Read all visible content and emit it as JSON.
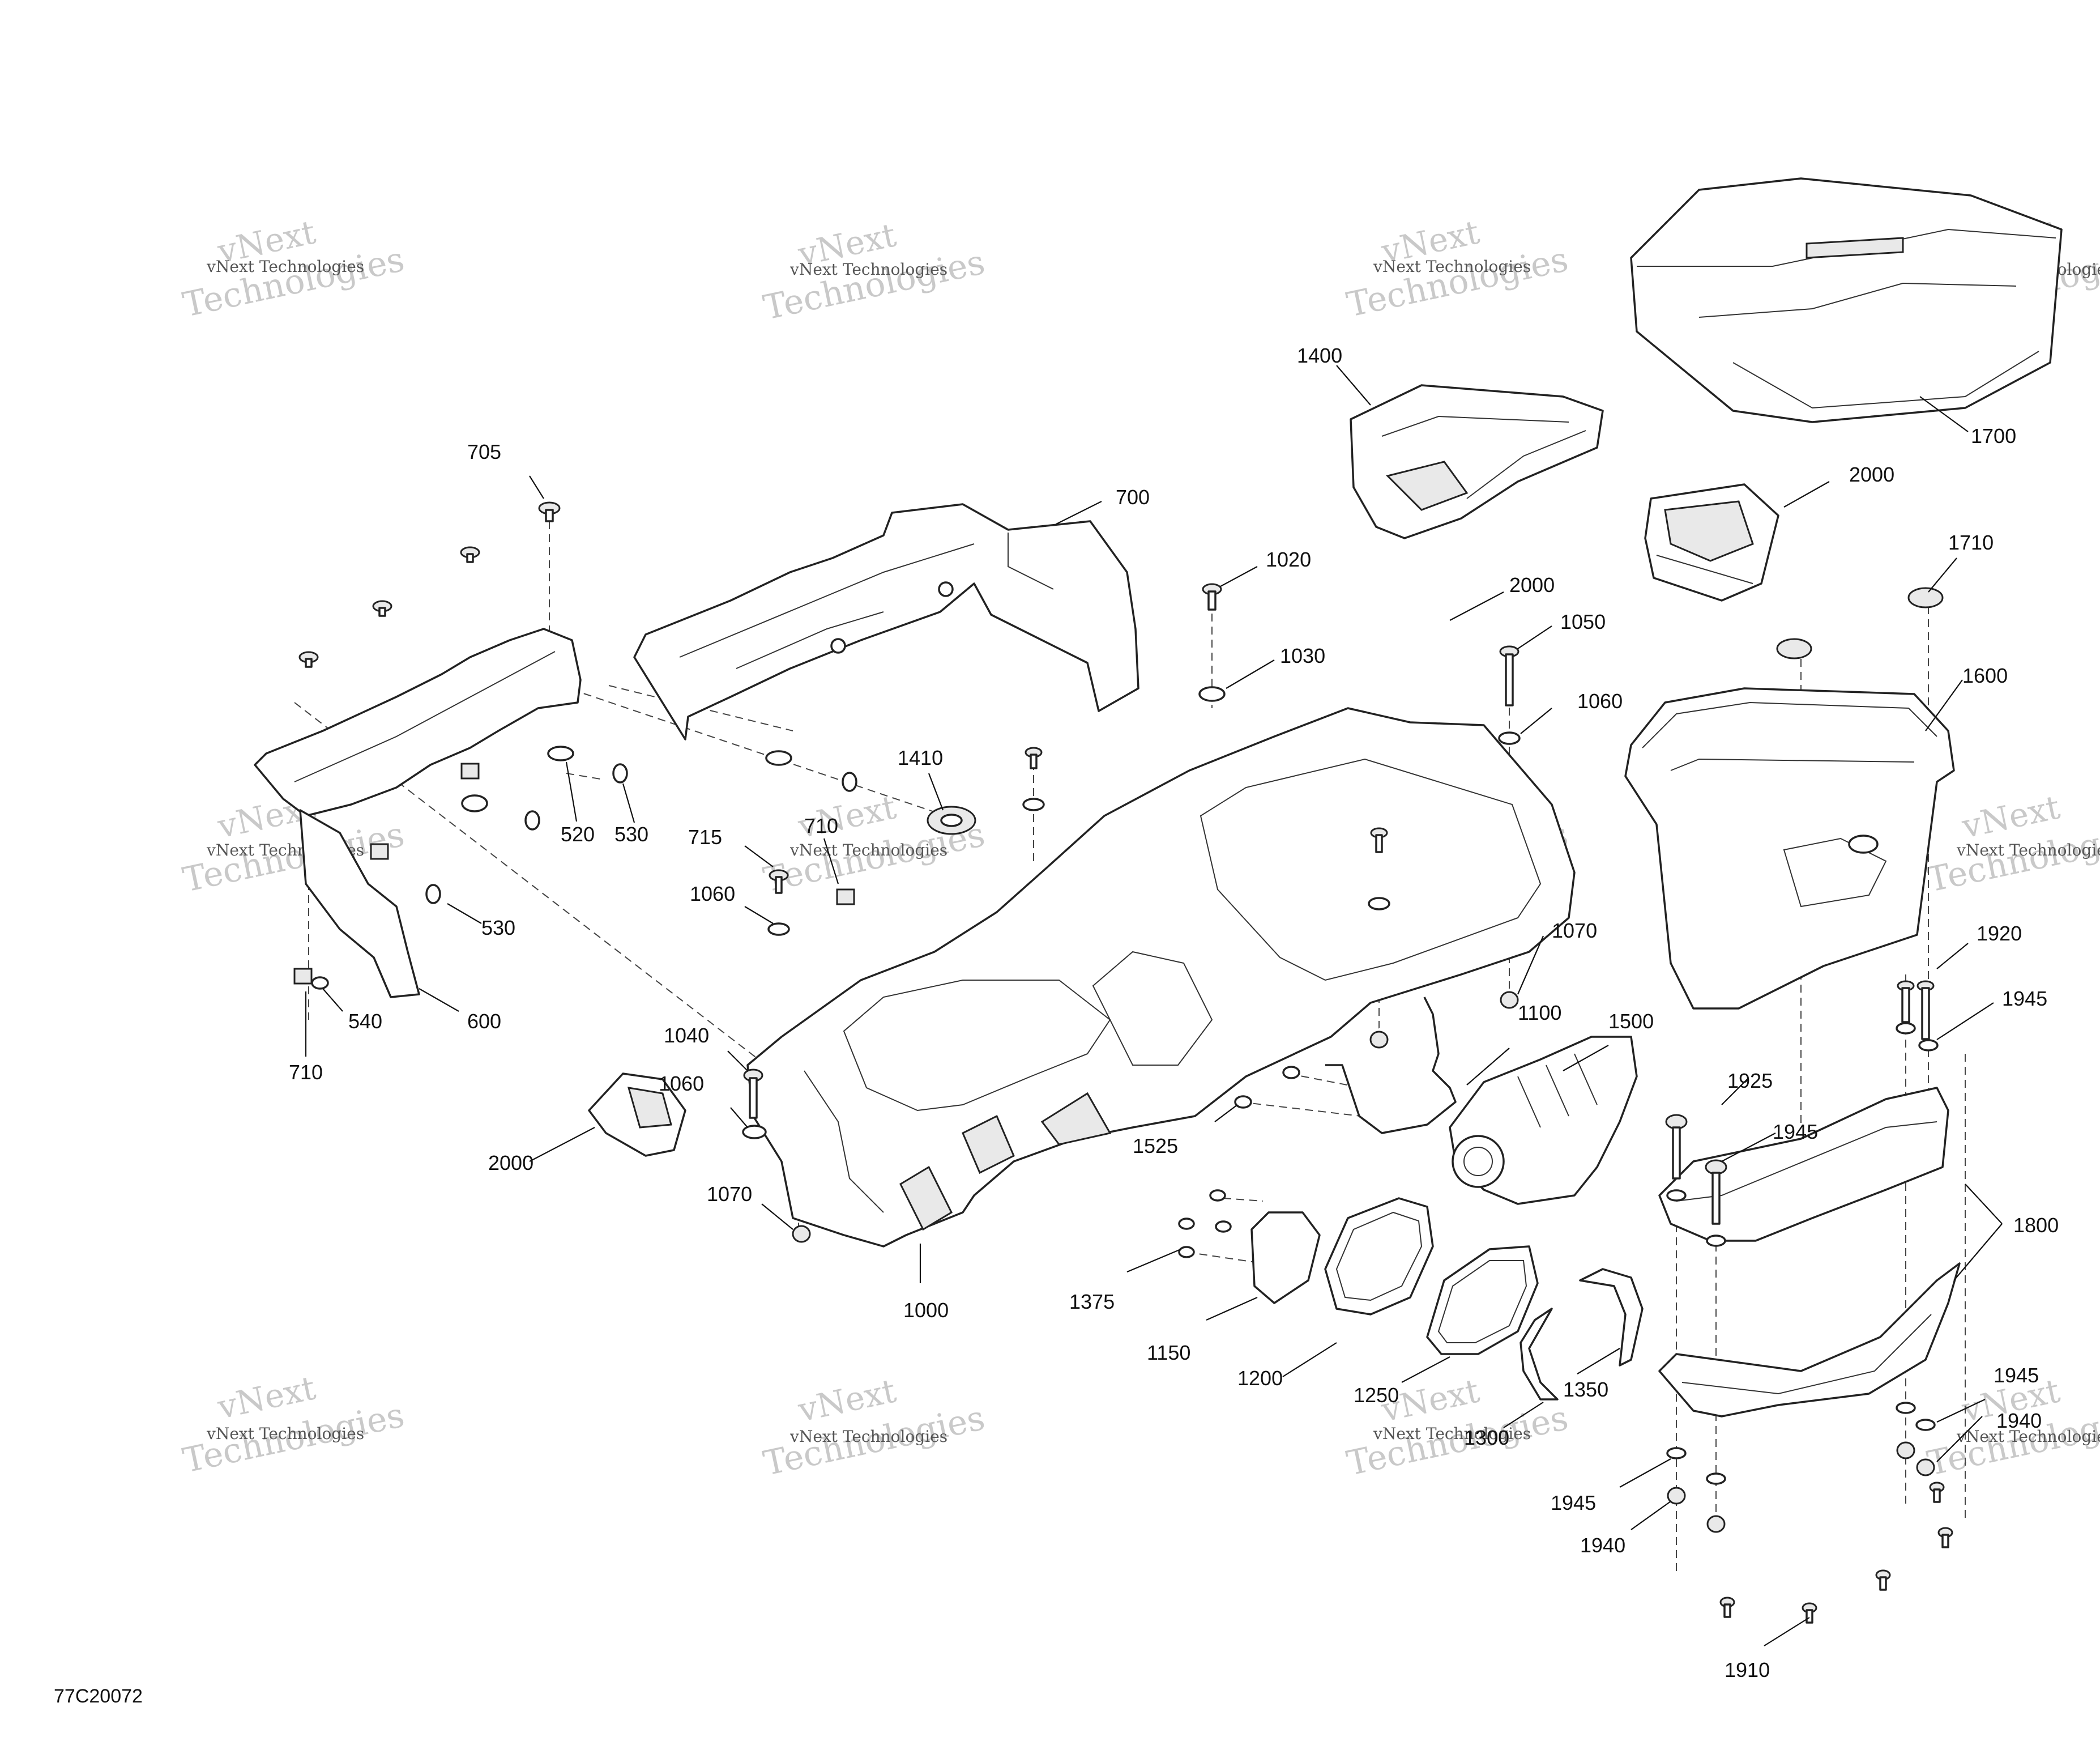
{
  "drawing_code": "77C20072",
  "watermark": {
    "line1": "vNext",
    "line2": "vNext Technologies",
    "line3": "Technologies"
  },
  "callouts": [
    "705",
    "700",
    "1020",
    "1030",
    "2000",
    "1050",
    "1060",
    "1400",
    "1700",
    "2000",
    "1710",
    "1600",
    "1410",
    "715",
    "710",
    "520",
    "530",
    "530",
    "540",
    "600",
    "710",
    "1060",
    "1040",
    "1060",
    "1070",
    "2000",
    "1000",
    "1070",
    "1100",
    "1500",
    "1525",
    "1920",
    "1945",
    "1925",
    "1945",
    "1375",
    "1150",
    "1200",
    "1250",
    "1300",
    "1350",
    "1800",
    "1945",
    "1940",
    "1945",
    "1940",
    "1910"
  ]
}
